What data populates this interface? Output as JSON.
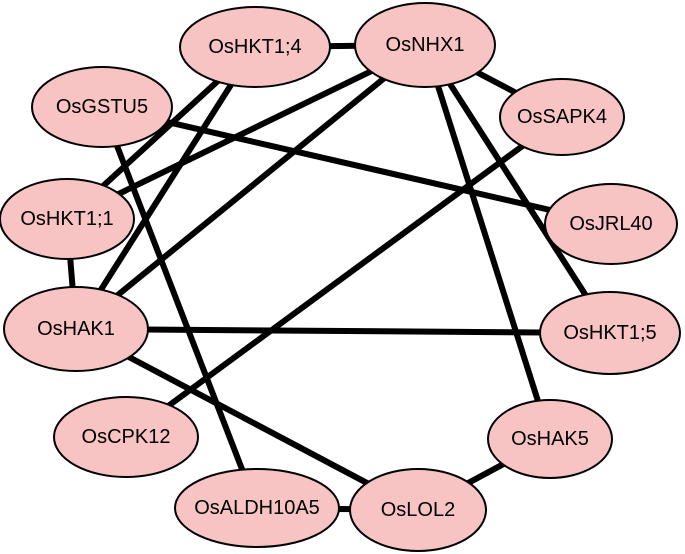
{
  "colors": {
    "node_fill": "#f7c3c3",
    "node_stroke": "#000000",
    "edge": "#000000",
    "background": "#ffffff"
  },
  "nodes": [
    {
      "id": "OsHKT1;4",
      "label": "OsHKT1;4"
    },
    {
      "id": "OsNHX1",
      "label": "OsNHX1"
    },
    {
      "id": "OsGSTU5",
      "label": "OsGSTU5"
    },
    {
      "id": "OsSAPK4",
      "label": "OsSAPK4"
    },
    {
      "id": "OsHKT1;1",
      "label": "OsHKT1;1"
    },
    {
      "id": "OsJRL40",
      "label": "OsJRL40"
    },
    {
      "id": "OsHAK1",
      "label": "OsHAK1"
    },
    {
      "id": "OsHKT1;5",
      "label": "OsHKT1;5"
    },
    {
      "id": "OsCPK12",
      "label": "OsCPK12"
    },
    {
      "id": "OsHAK5",
      "label": "OsHAK5"
    },
    {
      "id": "OsALDH10A5",
      "label": "OsALDH10A5"
    },
    {
      "id": "OsLOL2",
      "label": "OsLOL2"
    }
  ],
  "edges": [
    {
      "source": "OsHKT1;4",
      "target": "OsNHX1"
    },
    {
      "source": "OsHKT1;4",
      "target": "OsHKT1;1"
    },
    {
      "source": "OsHKT1;4",
      "target": "OsHAK1"
    },
    {
      "source": "OsNHX1",
      "target": "OsSAPK4"
    },
    {
      "source": "OsNHX1",
      "target": "OsHKT1;1"
    },
    {
      "source": "OsNHX1",
      "target": "OsHAK1"
    },
    {
      "source": "OsNHX1",
      "target": "OsHKT1;5"
    },
    {
      "source": "OsNHX1",
      "target": "OsHAK5"
    },
    {
      "source": "OsGSTU5",
      "target": "OsJRL40"
    },
    {
      "source": "OsGSTU5",
      "target": "OsALDH10A5"
    },
    {
      "source": "OsHKT1;1",
      "target": "OsHAK1"
    },
    {
      "source": "OsHAK1",
      "target": "OsHKT1;5"
    },
    {
      "source": "OsHAK1",
      "target": "OsLOL2"
    },
    {
      "source": "OsSAPK4",
      "target": "OsCPK12"
    },
    {
      "source": "OsHAK5",
      "target": "OsLOL2"
    },
    {
      "source": "OsALDH10A5",
      "target": "OsLOL2"
    }
  ]
}
